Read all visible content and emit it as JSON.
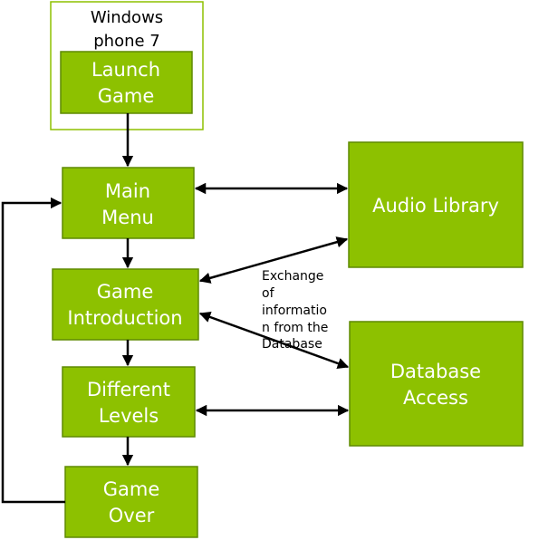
{
  "colors": {
    "box_fill": "#8dc100",
    "box_border": "#5e8a00",
    "outline_border": "#8dc100",
    "text_on_box": "#ffffff",
    "arrow": "#000000"
  },
  "platform": {
    "line1": "Windows",
    "line2": "phone 7"
  },
  "nodes": {
    "launch_game": {
      "line1": "Launch",
      "line2": "Game"
    },
    "main_menu": {
      "line1": "Main",
      "line2": "Menu"
    },
    "game_introduction": {
      "line1": "Game",
      "line2": "Introduction"
    },
    "different_levels": {
      "line1": "Different",
      "line2": "Levels"
    },
    "game_over": {
      "line1": "Game",
      "line2": "Over"
    },
    "audio_library": {
      "line1": "Audio Library"
    },
    "database_access": {
      "line1": "Database",
      "line2": "Access"
    }
  },
  "annotation": {
    "lines": [
      "Exchange",
      "of",
      "informatio",
      "n from the",
      "Database"
    ]
  }
}
